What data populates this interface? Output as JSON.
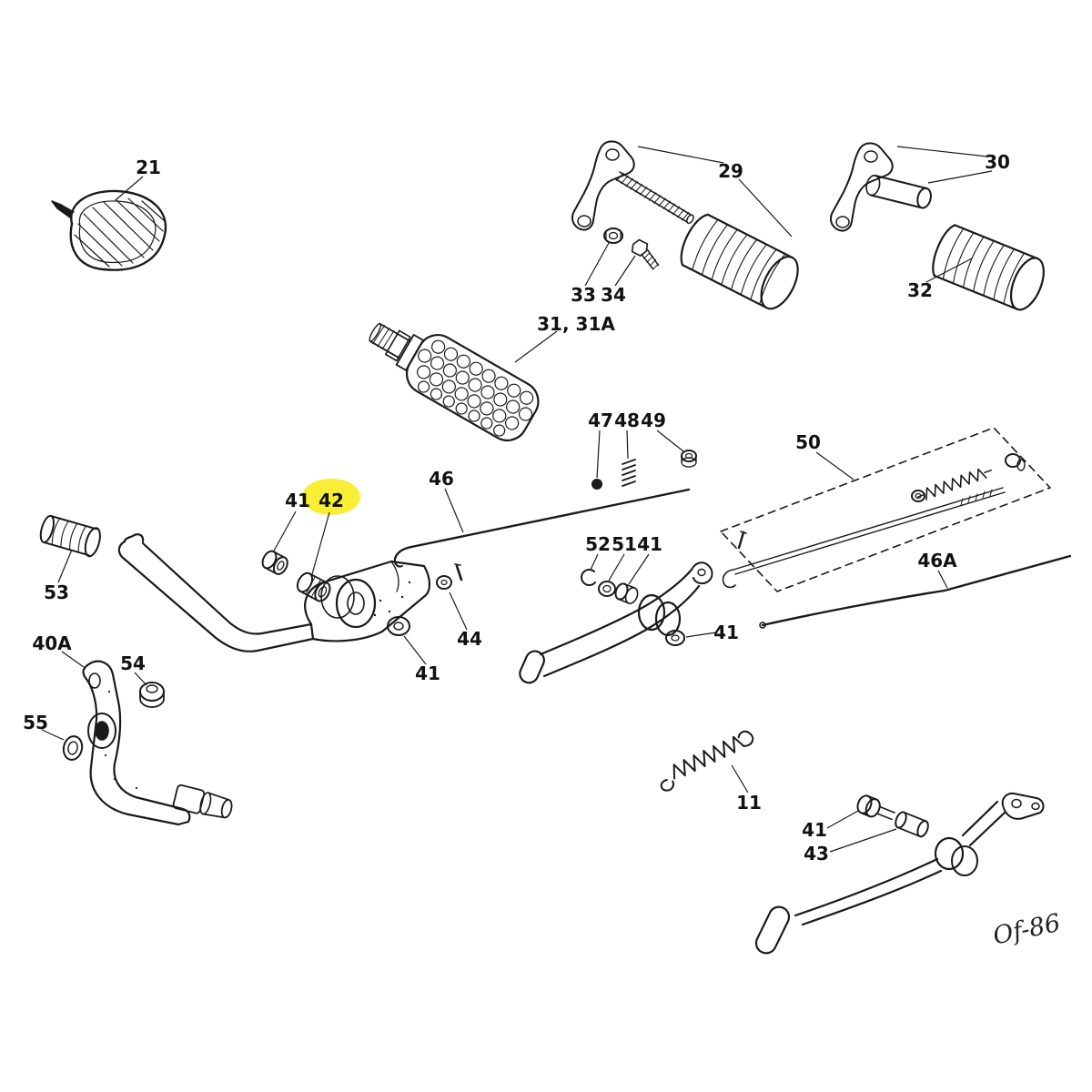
{
  "diagram": {
    "type": "exploded-parts-diagram",
    "background_color": "#ffffff",
    "line_color": "#1a1a1a",
    "highlight_color": "#f7ee35",
    "highlighted_part": "42",
    "signature": "Of-86",
    "labels": [
      {
        "part": "21",
        "text": "21"
      },
      {
        "part": "29",
        "text": "29"
      },
      {
        "part": "33",
        "text": "33"
      },
      {
        "part": "34",
        "text": "34"
      },
      {
        "part": "30",
        "text": "30"
      },
      {
        "part": "32",
        "text": "32"
      },
      {
        "part": "31-31A",
        "text": "31, 31A"
      },
      {
        "part": "47",
        "text": "47"
      },
      {
        "part": "48",
        "text": "48"
      },
      {
        "part": "49",
        "text": "49"
      },
      {
        "part": "50",
        "text": "50"
      },
      {
        "part": "46",
        "text": "46"
      },
      {
        "part": "41-left",
        "text": "41"
      },
      {
        "part": "42",
        "text": "42"
      },
      {
        "part": "53",
        "text": "53"
      },
      {
        "part": "52",
        "text": "52"
      },
      {
        "part": "51",
        "text": "51"
      },
      {
        "part": "41-mid",
        "text": "41"
      },
      {
        "part": "44",
        "text": "44"
      },
      {
        "part": "41-pedal",
        "text": "41"
      },
      {
        "part": "40A",
        "text": "40A"
      },
      {
        "part": "54",
        "text": "54"
      },
      {
        "part": "55",
        "text": "55"
      },
      {
        "part": "41-rear",
        "text": "41"
      },
      {
        "part": "46A",
        "text": "46A"
      },
      {
        "part": "11",
        "text": "11"
      },
      {
        "part": "41-bottom",
        "text": "41"
      },
      {
        "part": "43",
        "text": "43"
      }
    ]
  }
}
